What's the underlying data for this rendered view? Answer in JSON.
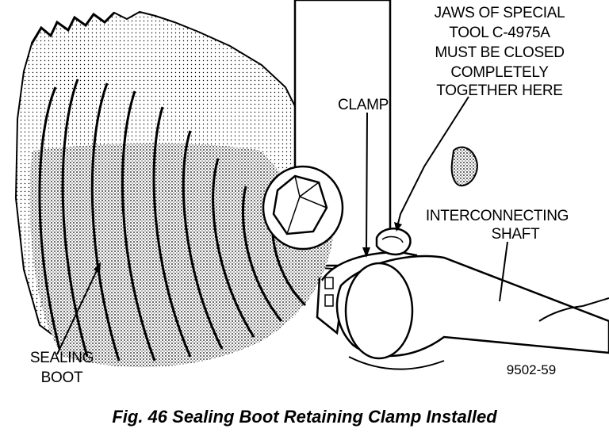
{
  "labels": {
    "jaws_line1": "JAWS OF SPECIAL",
    "jaws_line2": "TOOL C-4975A",
    "jaws_line3": "MUST BE CLOSED",
    "jaws_line4": "COMPLETELY",
    "jaws_line5": "TOGETHER HERE",
    "clamp": "CLAMP",
    "shaft_line1": "INTERCONNECTING",
    "shaft_line2": "SHAFT",
    "boot_line1": "SEALING",
    "boot_line2": "BOOT",
    "figure_id": "9502-59"
  },
  "caption": "Fig. 46 Sealing Boot Retaining Clamp Installed"
}
